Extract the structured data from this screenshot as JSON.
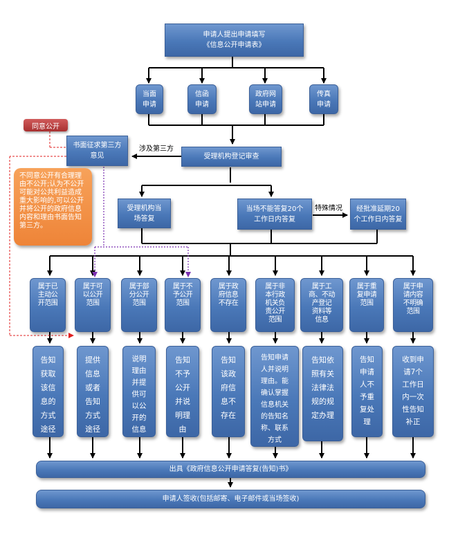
{
  "top": {
    "line1": "申请人提出申请填写",
    "line2": "《信息公开申请表》"
  },
  "channels": [
    "当面\n申请",
    "信函\n申请",
    "政府网\n站申请",
    "传真\n申请"
  ],
  "third_party": {
    "tag": "同意公开",
    "box": "书面征求第三方\n意见",
    "edge_label": "涉及第三方"
  },
  "register": "受理机构登记审查",
  "decision": {
    "left": "受理机构当\n场答复",
    "middle": "当场不能答复20个\n工作日内答复",
    "special_label": "特殊情况",
    "extend": "经批准延期20\n个工作日内答复"
  },
  "note": "不同意公开有合理理由不公开;认为不公开可能对公共利益造成重大影响的,可以公开并将公开的政府信息内容和理由书面告知第三方。",
  "categories": [
    "属于已\n主动公\n开范围",
    "属于可\n以公开\n范围",
    "属于部\n分公开\n范围",
    "属于不\n予公开\n范围",
    "属于政\n府信息\n不存在",
    "属于非\n本行政\n机关负\n责公开\n范围",
    "属于工\n商、不动\n产登记\n资料等\n信息",
    "属于重\n复申请\n范围",
    "属于申\n请内容\n不明确\n范围"
  ],
  "answers": [
    "告知\n获取\n该信\n息的\n方式\n途径",
    "提供\n信息\n或者\n告知\n方式\n途径",
    "说明\n理由\n并提\n供可\n以公\n开的\n信息",
    "告知\n不予\n公开\n并说\n明理\n由",
    "告知\n该政\n府信\n息不\n存在",
    "告知申请\n人并说明\n理由。能\n确认掌握\n信息机关\n的告知名\n称、联系\n方式",
    "告知依\n照有关\n法律法\n规的规\n定办理",
    "告知\n申请\n人不\n予重\n复处\n理",
    "收到申\n请7个\n工作日\n内一次\n性告知\n补正"
  ],
  "issue": "出具《政府信息公开申请答复(告知)书》",
  "receipt": "申请人签收(包括邮寄、电子邮件或当场签收)"
}
